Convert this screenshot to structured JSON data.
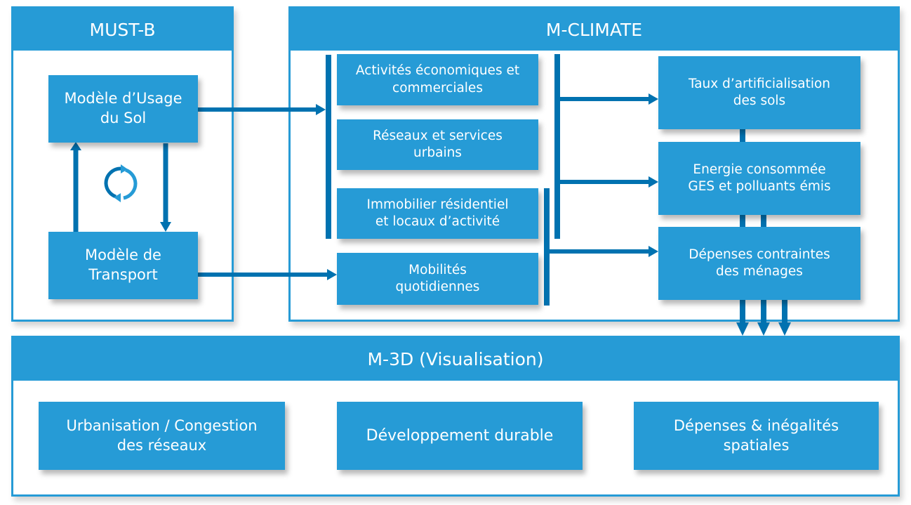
{
  "colors": {
    "panel": "#269bd6",
    "connector": "#0072b0",
    "text": "#ffffff"
  },
  "must_b": {
    "title": "MUST-B",
    "land_use_model": "Modèle d’Usage\ndu Sol",
    "transport_model": "Modèle de\nTransport",
    "cycle_icon": "refresh-cycle-icon"
  },
  "m_climate": {
    "title": "M-CLIMATE",
    "inputs": [
      "Activités économiques et\ncommerciales",
      "Réseaux et services\nurbains",
      "Immobilier résidentiel\net locaux d’activité",
      "Mobilités\nquotidiennes"
    ],
    "outputs": [
      "Taux d’artificialisation\ndes sols",
      "Energie consommée\nGES et polluants émis",
      "Dépenses contraintes\ndes ménages"
    ]
  },
  "m_3d": {
    "title": "M-3D (Visualisation)",
    "items": [
      "Urbanisation / Congestion\ndes réseaux",
      "Développement durable",
      "Dépenses & inégalités\nspatiales"
    ]
  }
}
